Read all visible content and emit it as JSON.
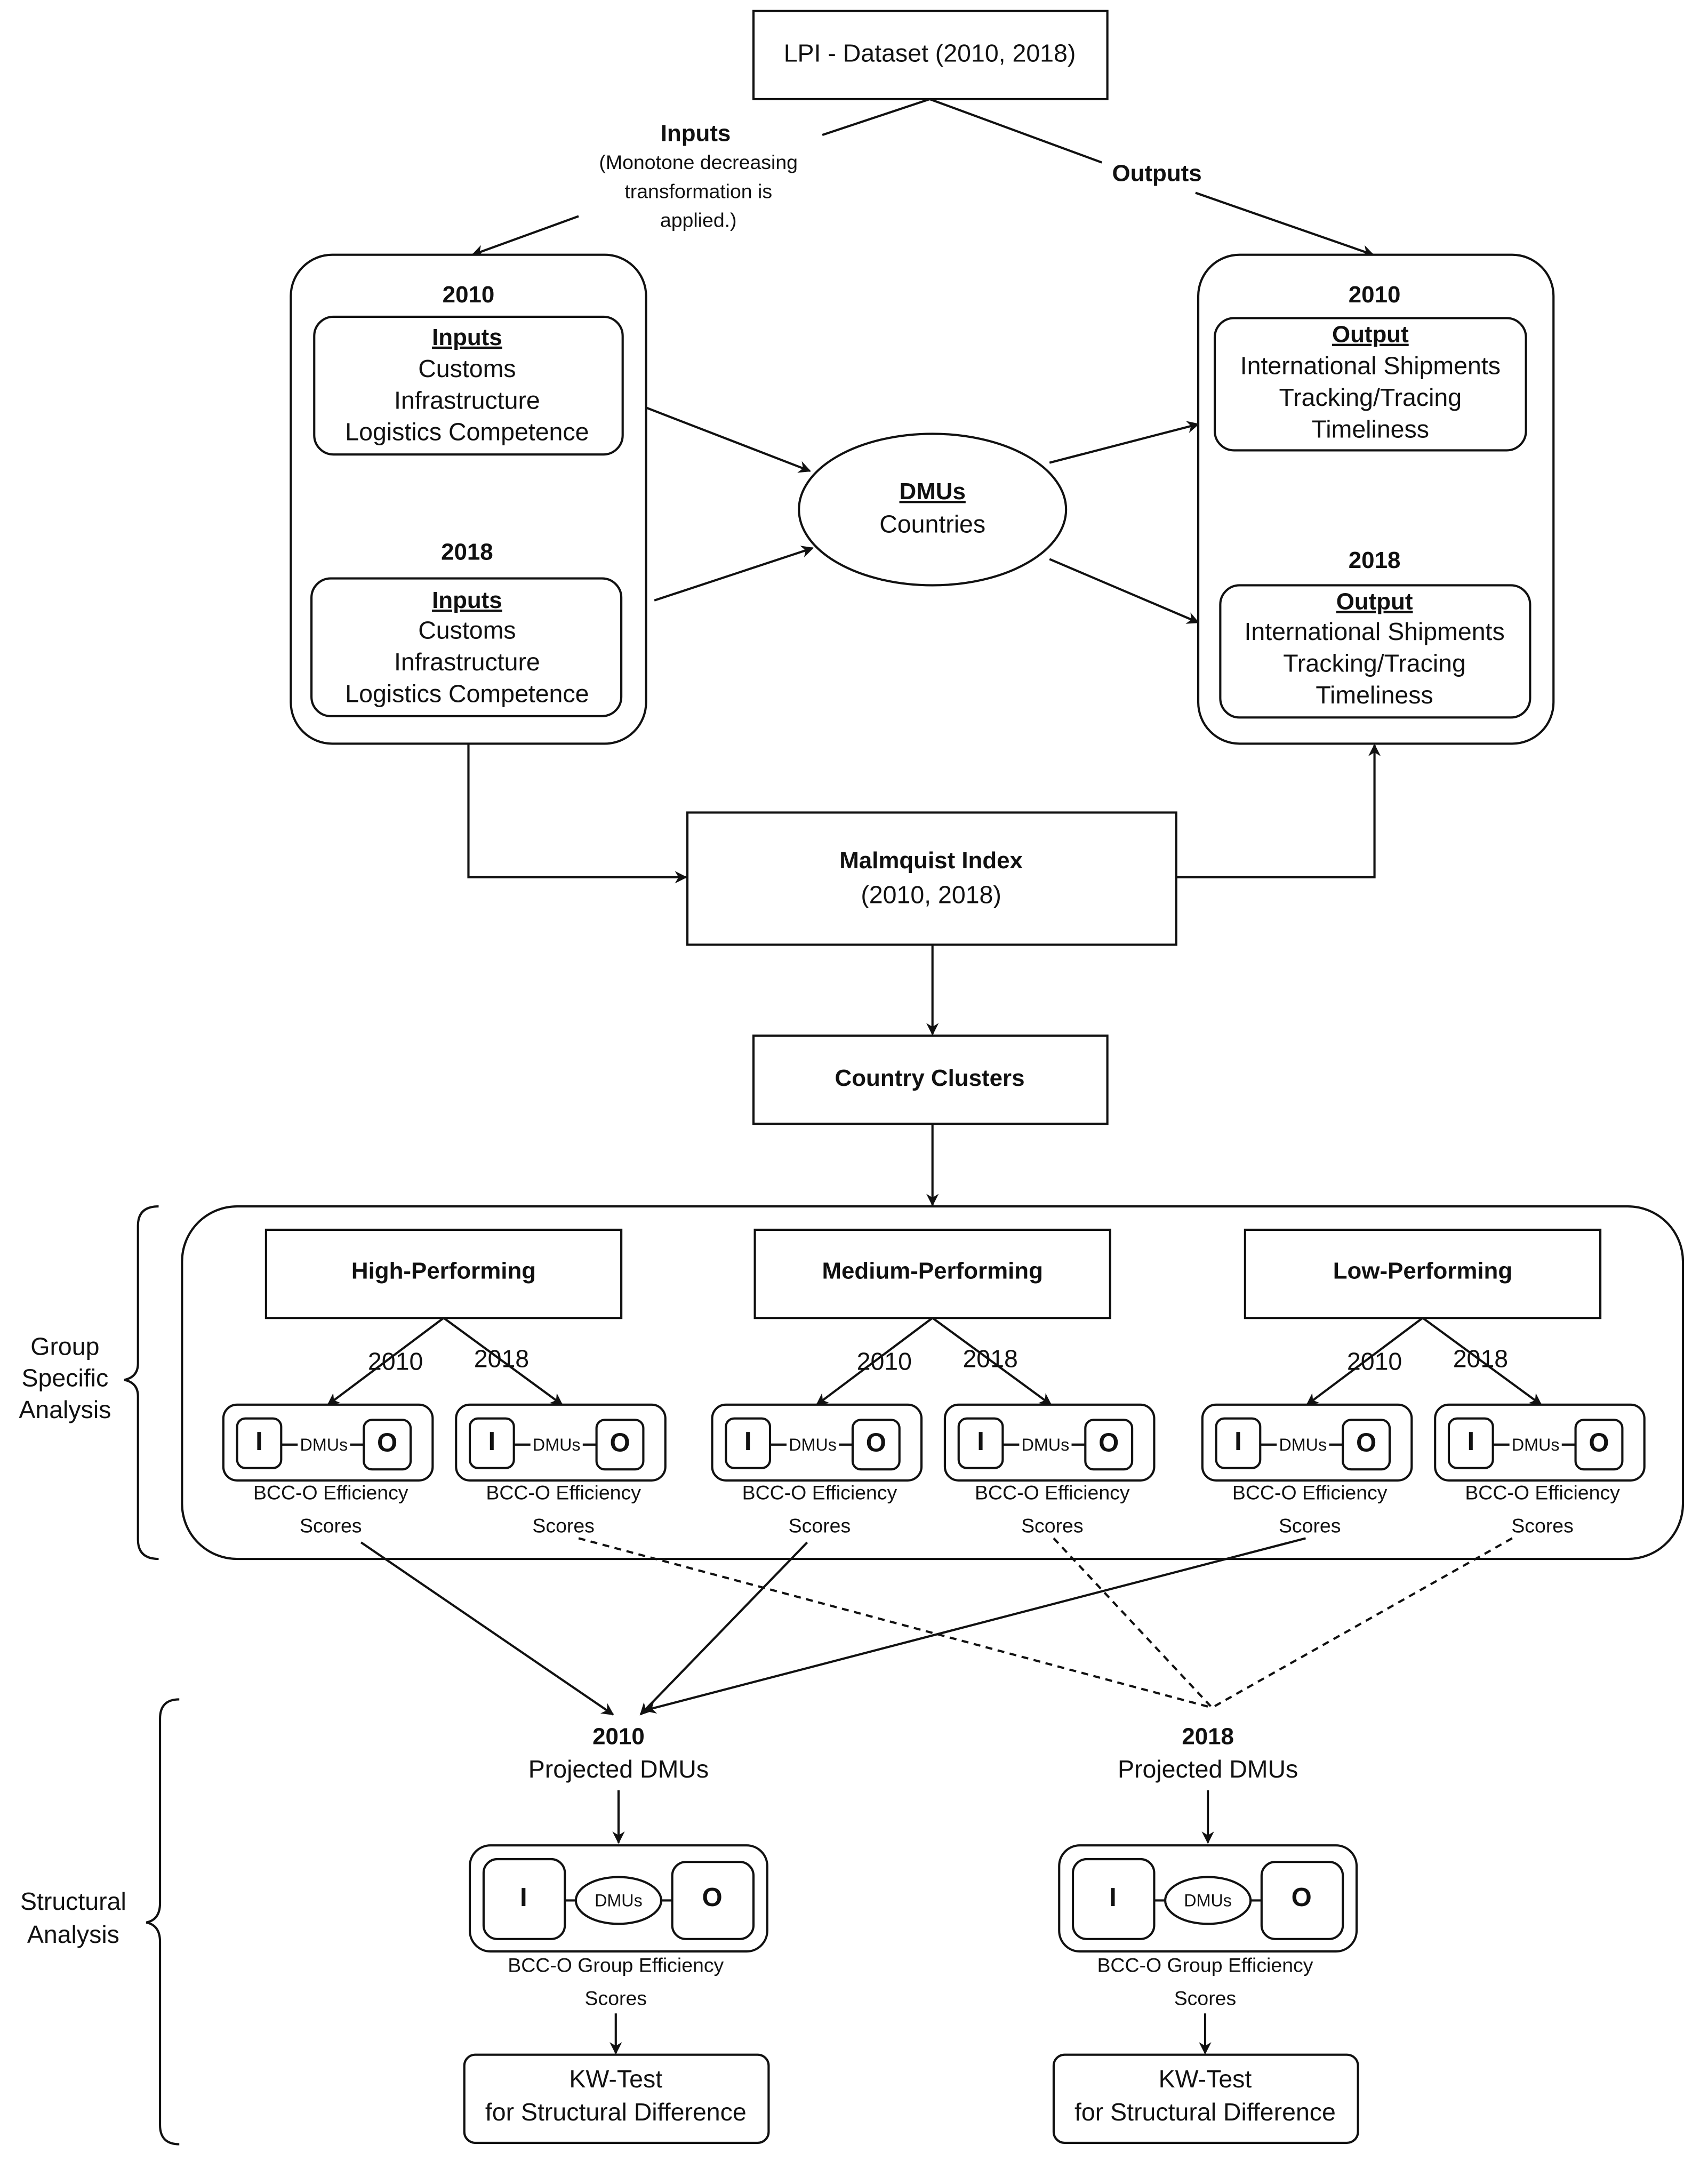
{
  "dataset": {
    "label": "LPI - Dataset (2010, 2018)"
  },
  "inputs_edge": {
    "title": "Inputs",
    "lines": [
      "(Monotone decreasing",
      "transformation is",
      "applied.)"
    ]
  },
  "outputs_edge": {
    "title": "Outputs"
  },
  "input_panel": {
    "year_a": "2010",
    "year_b": "2018",
    "title": "Inputs",
    "items": [
      "Customs",
      "Infrastructure",
      "Logistics Competence"
    ]
  },
  "dmus": {
    "title": "DMUs",
    "subtitle": "Countries"
  },
  "output_panel": {
    "year_a": "2010",
    "year_b": "2018",
    "title": "Output",
    "items": [
      "International Shipments",
      "Tracking/Tracing",
      "Timeliness"
    ]
  },
  "malmquist": {
    "title": "Malmquist Index",
    "subtitle": "(2010, 2018)"
  },
  "clusters": {
    "label": "Country Clusters"
  },
  "groups": [
    {
      "name": "High-Performing"
    },
    {
      "name": "Medium-Performing"
    },
    {
      "name": "Low-Performing"
    }
  ],
  "group_sub": {
    "year_a": "2010",
    "year_b": "2018",
    "input_letter": "I",
    "output_letter": "O",
    "dmus": "DMUs",
    "caption_1": "BCC-O Efficiency",
    "caption_2": "Scores"
  },
  "side_labels": {
    "group": [
      "Group",
      "Specific",
      "Analysis"
    ],
    "structural": [
      "Structural",
      "Analysis"
    ]
  },
  "projected": [
    {
      "year": "2010",
      "label": "Projected DMUs"
    },
    {
      "year": "2018",
      "label": "Projected DMUs"
    }
  ],
  "structural_sub": {
    "input_letter": "I",
    "output_letter": "O",
    "dmus": "DMUs",
    "caption_1": "BCC-O Group Efficiency",
    "caption_2": "Scores"
  },
  "kw_test": {
    "line1": "KW-Test",
    "line2": "for Structural Difference"
  },
  "edge_styles": {
    "to_2010": "solid",
    "to_2018": "dashed"
  }
}
